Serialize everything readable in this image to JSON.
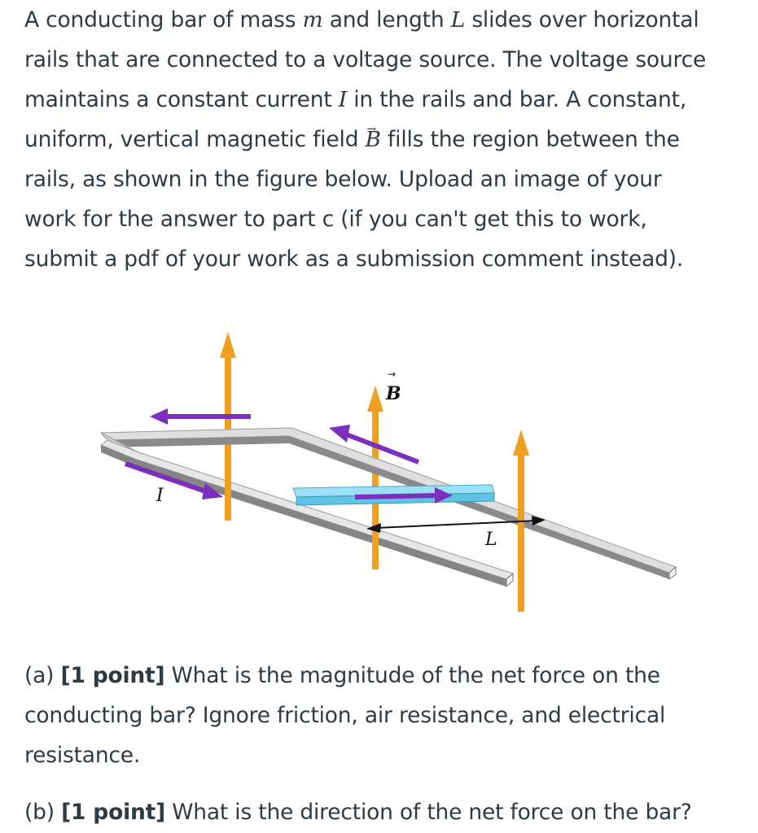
{
  "intro": {
    "line1_pre": "A conducting bar of mass ",
    "var_m": "m",
    "line1_mid": " and length ",
    "var_L": "L",
    "line1_post": " slides over horizontal",
    "line2": "rails that are connected to a voltage source. The voltage source",
    "line3_pre": "maintains a constant current ",
    "var_I": "I",
    "line3_post": " in the rails and bar. A constant,",
    "line4_pre": "uniform, vertical magnetic field ",
    "var_B": "B",
    "vec_arrow": "→",
    "line4_post": " fills the region between the",
    "line5": "rails, as shown in the figure below. Upload an image of your",
    "line6": "work for the answer to part c (if you can't get this to work,",
    "line7": "submit a pdf of your work as a submission comment instead)."
  },
  "figure": {
    "label_B": "B",
    "label_I": "I",
    "label_L": "L",
    "colors": {
      "field_arrow": "#f0a020",
      "current_arrow": "#7a2fbf",
      "bar": "#7fd3ee",
      "rail_top": "#e2e2e2",
      "rail_side": "#8f8f8f"
    }
  },
  "question_a": {
    "prefix": "(a) ",
    "points": "[1 point]",
    "line1_post": " What is the magnitude of the net force on the",
    "line2": "conducting bar? Ignore friction, air resistance, and electrical",
    "line3": "resistance."
  },
  "question_b": {
    "prefix": "(b) ",
    "points": "[1 point]",
    "line1_post": " What is the direction of the net force on the bar?"
  }
}
